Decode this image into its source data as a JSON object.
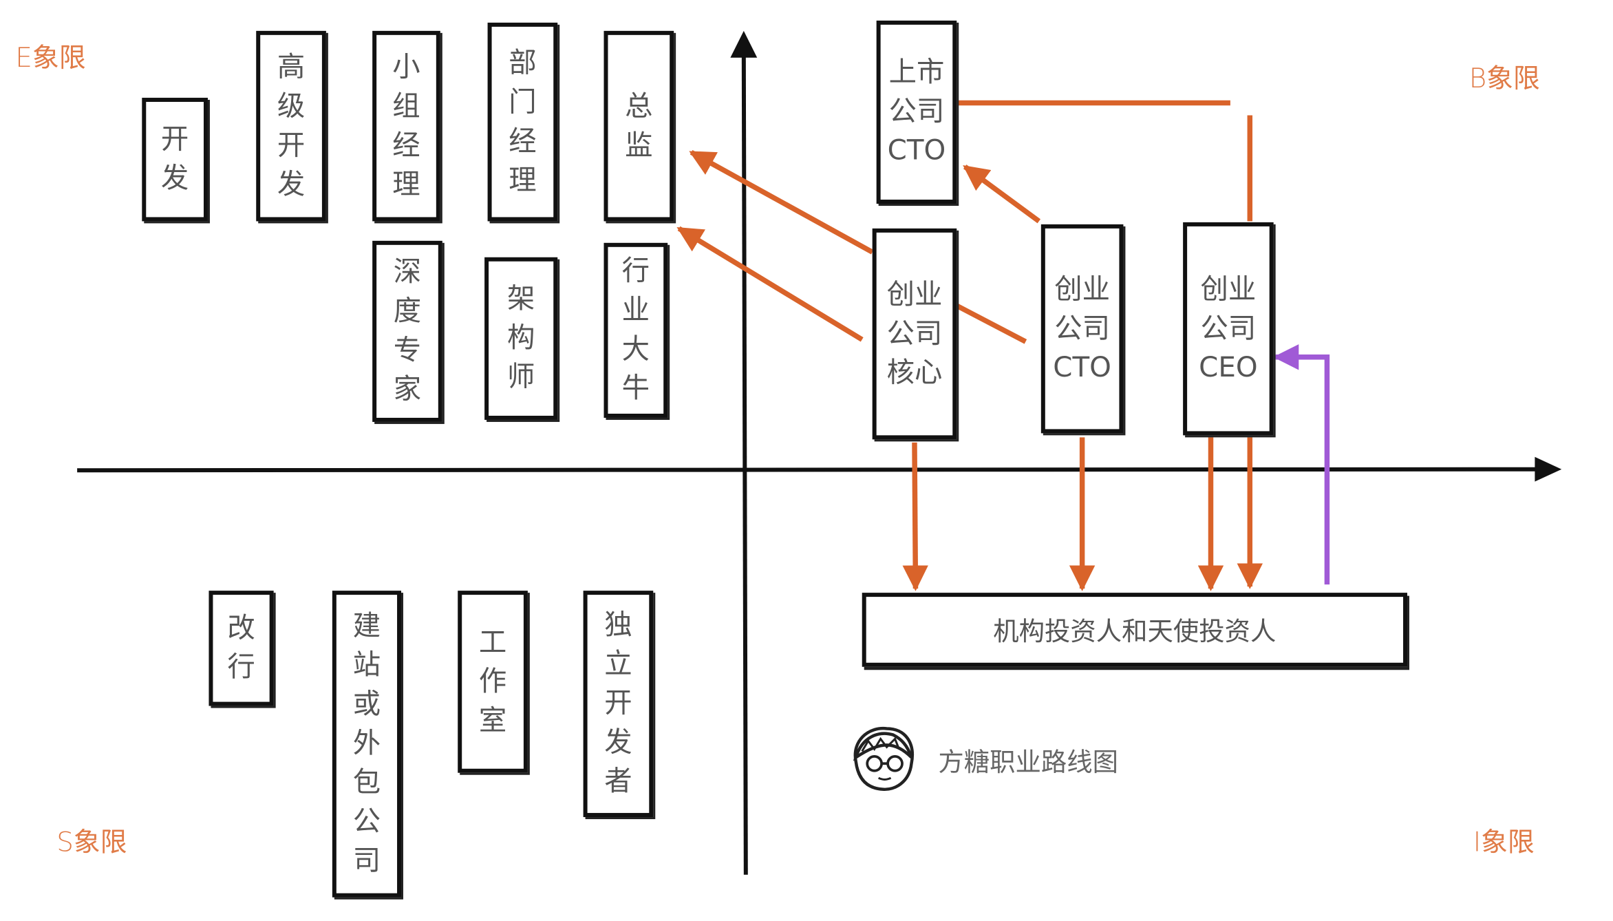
{
  "quadrants": {
    "e": "E象限",
    "b": "B象限",
    "s": "S象限",
    "i": "I象限"
  },
  "e_boxes": {
    "dev": "开发",
    "senior_dev": "高级开发",
    "team_manager": "小组经理",
    "dept_manager": "部门经理",
    "director": "总监",
    "deep_expert": "深度专家",
    "architect": "架构师",
    "industry_expert": "行业大牛"
  },
  "b_boxes": {
    "listed_cto": [
      "上市",
      "公司",
      "CTO"
    ],
    "startup_core": [
      "创业",
      "公司",
      "核心"
    ],
    "startup_cto": [
      "创业",
      "公司",
      "CTO"
    ],
    "startup_ceo": [
      "创业",
      "公司",
      "CEO"
    ]
  },
  "s_boxes": {
    "career_change": "改行",
    "website_outsource": "建站或外包公司",
    "studio": "工作室",
    "indie_dev": "独立开发者"
  },
  "i_box": {
    "investors": "机构投资人和天使投资人"
  },
  "brand": {
    "caption": "方糖职业路线图",
    "avatar_icon": "cartoon-face-icon"
  },
  "colors": {
    "arrow_orange": "#d9632a",
    "arrow_purple": "#a05ad6",
    "quadrant_label": "#e07b47",
    "axis": "#111111"
  }
}
